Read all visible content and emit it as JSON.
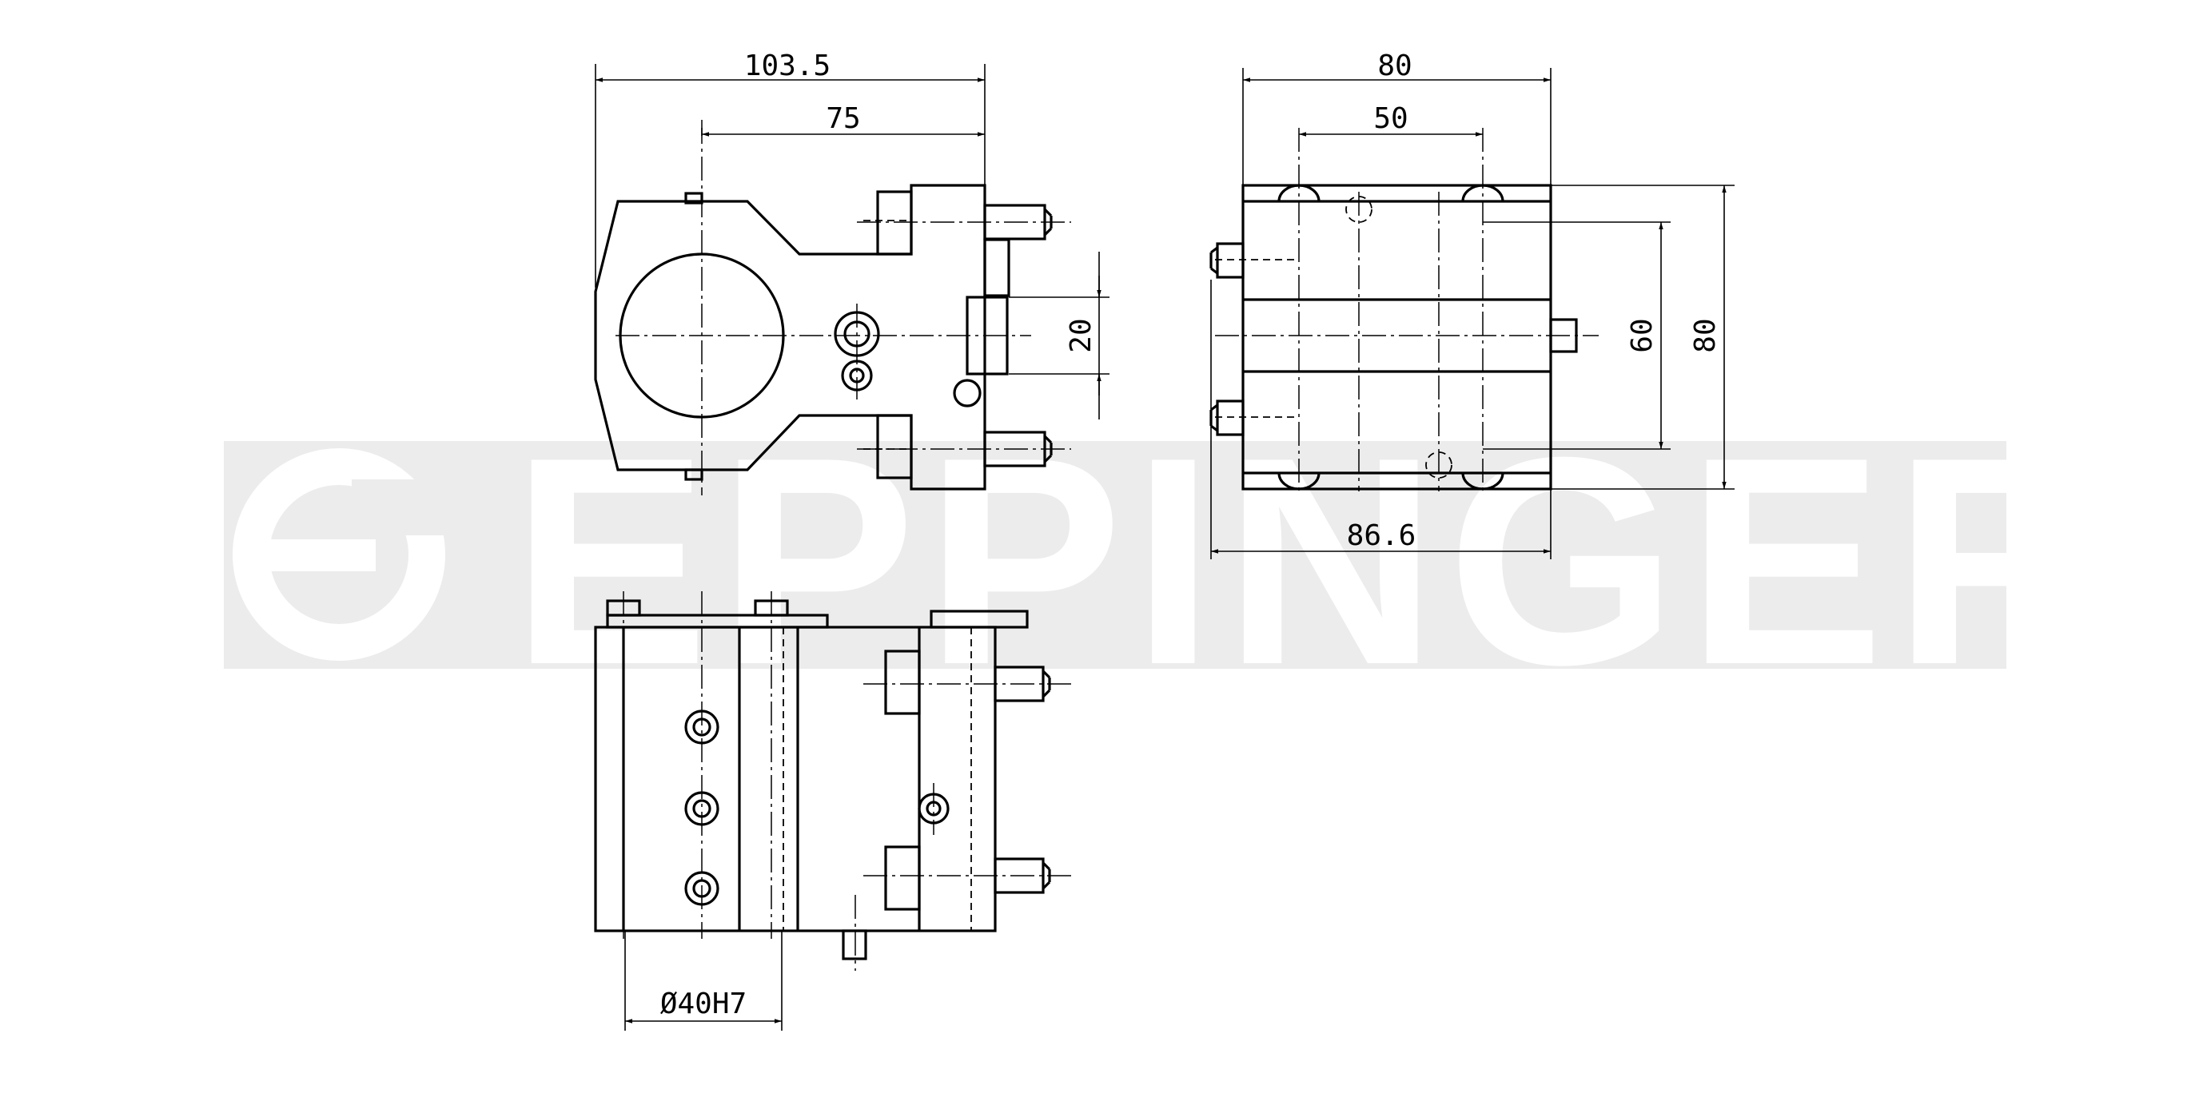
{
  "watermark": {
    "text": "EPPINGER",
    "band_color": "#ececec",
    "icon": "eppinger-logo-icon"
  },
  "dimensions": {
    "top_view_overall_width": "103.5",
    "top_view_inner_width": "75",
    "top_view_height": "20",
    "side_view_width": "80",
    "side_view_inner_width": "50",
    "side_view_inner_height": "60",
    "side_view_height": "80",
    "side_view_overall_width": "86.6",
    "bore_diameter": "Ø40H7"
  },
  "colors": {
    "line": "#000000",
    "background": "#ffffff"
  }
}
